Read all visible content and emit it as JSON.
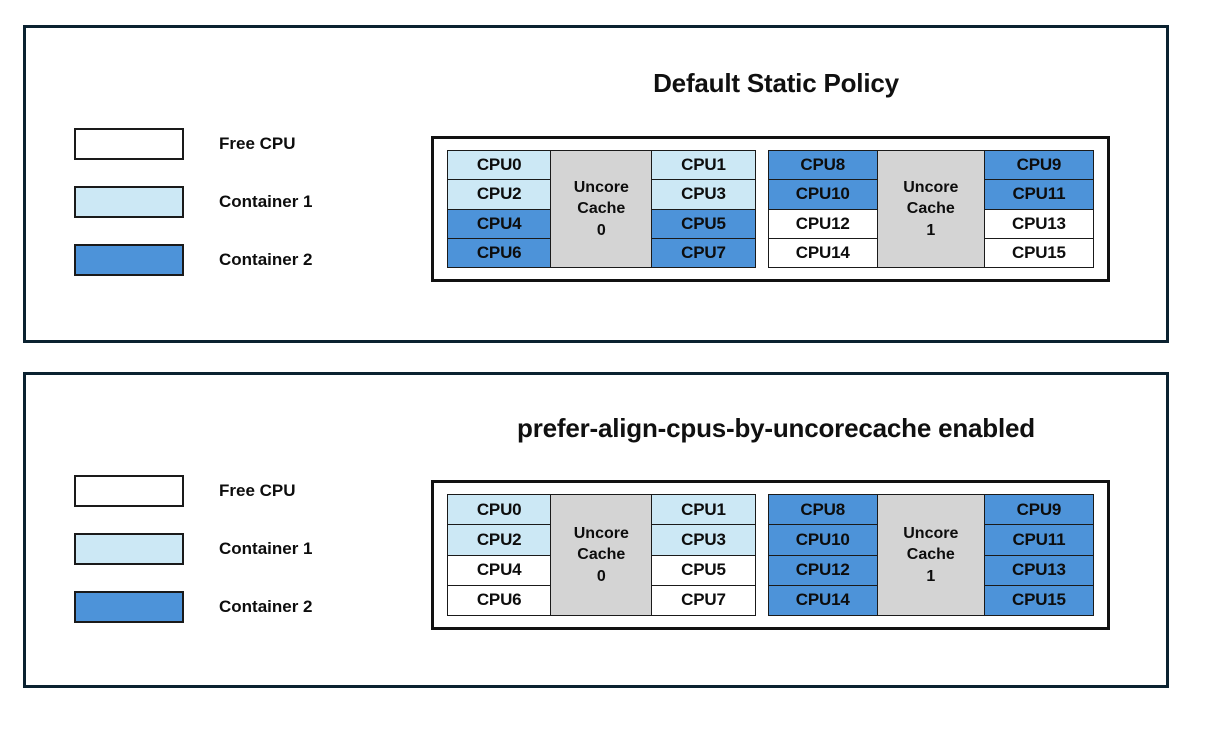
{
  "colors": {
    "free_cpu": "#ffffff",
    "container_1": "#cce8f5",
    "container_2": "#4d93d9",
    "uncore_cache": "#d4d4d4",
    "panel_border": "#0b2230",
    "cell_border": "#1a1a1a"
  },
  "legend_template": [
    {
      "key": "free",
      "label": "Free CPU"
    },
    {
      "key": "c1",
      "label": "Container 1"
    },
    {
      "key": "c2",
      "label": "Container 2"
    }
  ],
  "panels": [
    {
      "title": "Default Static Policy",
      "legend": [
        {
          "key": "free",
          "label": "Free CPU"
        },
        {
          "key": "c1",
          "label": "Container 1"
        },
        {
          "key": "c2",
          "label": "Container 2"
        }
      ],
      "sockets": [
        {
          "cache_label_line1": "Uncore",
          "cache_label_line2": "Cache",
          "cache_label_line3": "0",
          "left_column": [
            {
              "label": "CPU0",
              "state": "c1"
            },
            {
              "label": "CPU2",
              "state": "c1"
            },
            {
              "label": "CPU4",
              "state": "c2"
            },
            {
              "label": "CPU6",
              "state": "c2"
            }
          ],
          "right_column": [
            {
              "label": "CPU1",
              "state": "c1"
            },
            {
              "label": "CPU3",
              "state": "c1"
            },
            {
              "label": "CPU5",
              "state": "c2"
            },
            {
              "label": "CPU7",
              "state": "c2"
            }
          ]
        },
        {
          "cache_label_line1": "Uncore",
          "cache_label_line2": "Cache",
          "cache_label_line3": "1",
          "left_column": [
            {
              "label": "CPU8",
              "state": "c2"
            },
            {
              "label": "CPU10",
              "state": "c2"
            },
            {
              "label": "CPU12",
              "state": "free"
            },
            {
              "label": "CPU14",
              "state": "free"
            }
          ],
          "right_column": [
            {
              "label": "CPU9",
              "state": "c2"
            },
            {
              "label": "CPU11",
              "state": "c2"
            },
            {
              "label": "CPU13",
              "state": "free"
            },
            {
              "label": "CPU15",
              "state": "free"
            }
          ]
        }
      ]
    },
    {
      "title": "prefer-align-cpus-by-uncorecache enabled",
      "legend": [
        {
          "key": "free",
          "label": "Free CPU"
        },
        {
          "key": "c1",
          "label": "Container 1"
        },
        {
          "key": "c2",
          "label": "Container 2"
        }
      ],
      "sockets": [
        {
          "cache_label_line1": "Uncore",
          "cache_label_line2": "Cache",
          "cache_label_line3": "0",
          "left_column": [
            {
              "label": "CPU0",
              "state": "c1"
            },
            {
              "label": "CPU2",
              "state": "c1"
            },
            {
              "label": "CPU4",
              "state": "free"
            },
            {
              "label": "CPU6",
              "state": "free"
            }
          ],
          "right_column": [
            {
              "label": "CPU1",
              "state": "c1"
            },
            {
              "label": "CPU3",
              "state": "c1"
            },
            {
              "label": "CPU5",
              "state": "free"
            },
            {
              "label": "CPU7",
              "state": "free"
            }
          ]
        },
        {
          "cache_label_line1": "Uncore",
          "cache_label_line2": "Cache",
          "cache_label_line3": "1",
          "left_column": [
            {
              "label": "CPU8",
              "state": "c2"
            },
            {
              "label": "CPU10",
              "state": "c2"
            },
            {
              "label": "CPU12",
              "state": "c2"
            },
            {
              "label": "CPU14",
              "state": "c2"
            }
          ],
          "right_column": [
            {
              "label": "CPU9",
              "state": "c2"
            },
            {
              "label": "CPU11",
              "state": "c2"
            },
            {
              "label": "CPU13",
              "state": "c2"
            },
            {
              "label": "CPU15",
              "state": "c2"
            }
          ]
        }
      ]
    }
  ]
}
